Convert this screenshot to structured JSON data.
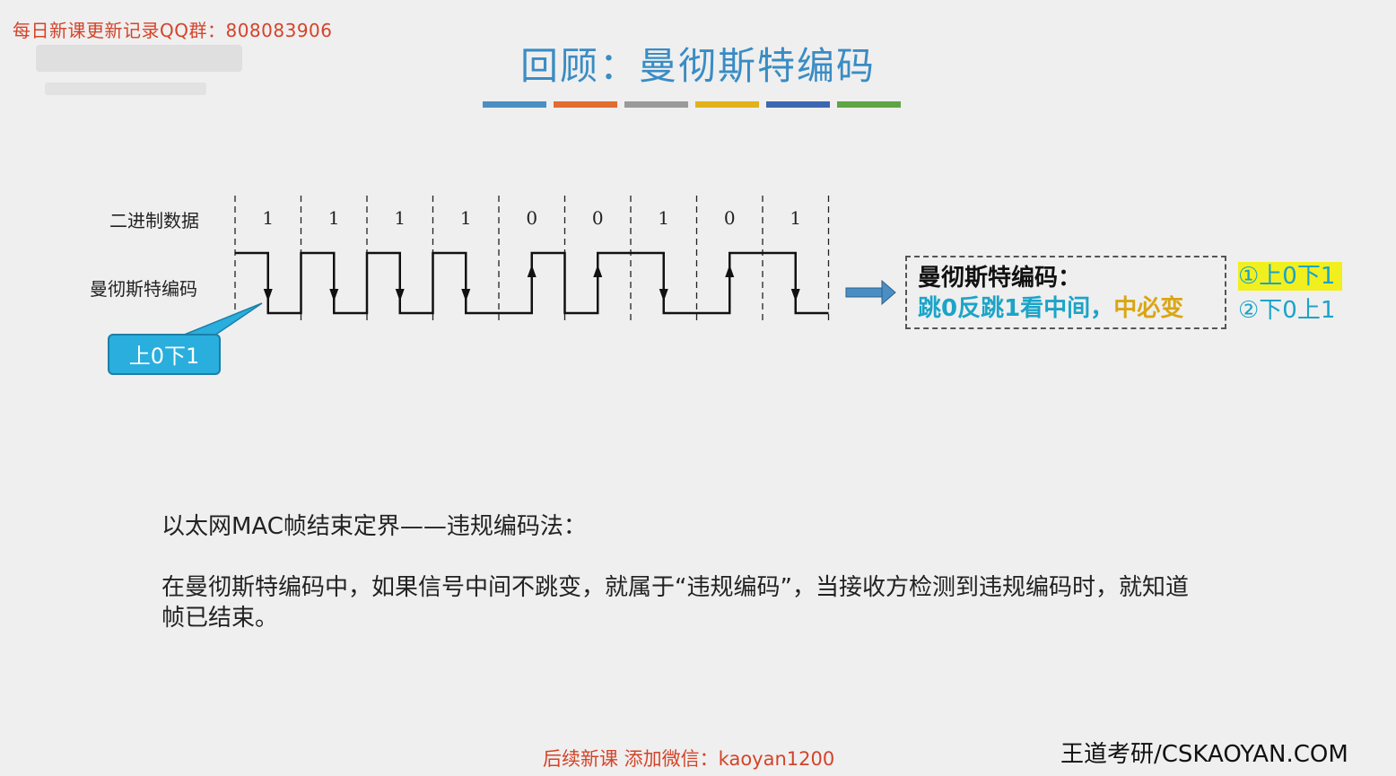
{
  "watermark": "每日新课更新记录QQ群：808083906",
  "title": "回顾：曼彻斯特编码",
  "title_bar_colors": [
    "#4a8fc4",
    "#e36c2f",
    "#9a9a9a",
    "#e3b21a",
    "#3b67b0",
    "#5fa544"
  ],
  "diagram": {
    "binary_label": "二进制数据",
    "manchester_label": "曼彻斯特编码",
    "bits": [
      "1",
      "1",
      "1",
      "1",
      "0",
      "0",
      "1",
      "0",
      "1"
    ],
    "callout": "上0下1"
  },
  "rule_box": {
    "title": "曼彻斯特编码：",
    "line_part1": "跳0反跳1看中间，",
    "line_part2": "中必变"
  },
  "options": {
    "opt1": "①上0下1",
    "opt2": "②下0上1"
  },
  "body": {
    "heading": "以太网MAC帧结束定界——违规编码法：",
    "paragraph": "在曼彻斯特编码中，如果信号中间不跳变，就属于“违规编码”，当接收方检测到违规编码时，就知道帧已结束。"
  },
  "footer": {
    "wechat": "后续新课 添加微信：kaoyan1200",
    "brand": "王道考研/CSKAOYAN.COM"
  }
}
